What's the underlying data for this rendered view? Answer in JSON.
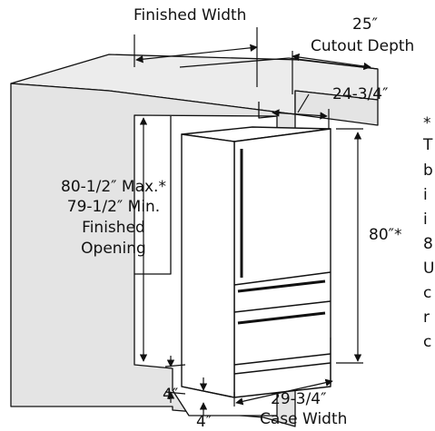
{
  "labels": {
    "finished_width": "Finished Width",
    "cutout_depth_value": "25″",
    "cutout_depth_label": "Cutout Depth",
    "depth_value": "24-3/4″",
    "opening_max": "80-1/2″ Max.*",
    "opening_min": "79-1/2″ Min.",
    "opening_finished": "Finished",
    "opening_word": "Opening",
    "height_value": "80″*",
    "toe_value_upper": "4″",
    "toe_value_lower": "4″",
    "case_width_value": "29-3/4″",
    "case_width_label": "Case Width"
  },
  "footnote_lines": [
    "*",
    "T",
    "b",
    "i",
    "i",
    "8",
    "U",
    "c",
    "r",
    "c"
  ],
  "colors": {
    "cabinet_fill": "#e4e4e4",
    "cabinet_top": "#ececec",
    "opening_fill": "#ffffff",
    "fridge_fill": "#ffffff",
    "line": "#111111"
  }
}
